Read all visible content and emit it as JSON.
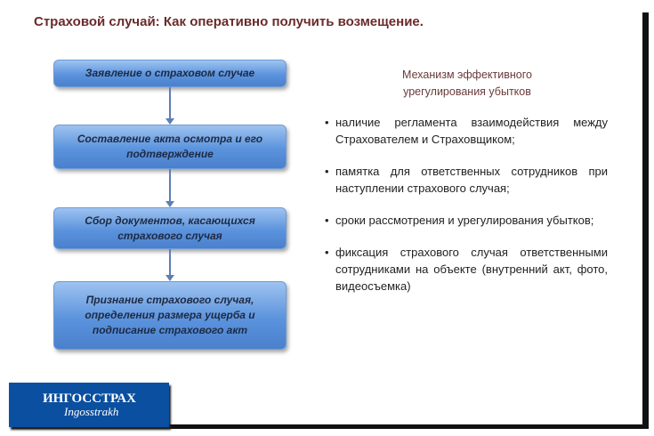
{
  "title": "Страховой случай: Как оперативно получить возмещение.",
  "flow": [
    "Заявление о страховом случае",
    "Составление акта осмотра и его подтверждение",
    "Сбор документов, касающихся страхового случая",
    "Признание страхового случая, определения размера ущерба и подписание страхового акт"
  ],
  "mechanism": {
    "line1": "Механизм эффективного",
    "line2": "урегулирования убытков"
  },
  "bullets": [
    "наличие регламента взаимодействия между Страхователем и Страховщиком;",
    "памятка для ответственных сотрудников при наступлении страхового случая;",
    "сроки рассмотрения и урегулирования убытков;",
    "фиксация страхового случая ответственными сотрудниками на объекте (внутренний акт, фото, видеосъемка)"
  ],
  "logo": {
    "ru": "ИНГОССТРАХ",
    "en": "Ingosstrakh"
  }
}
